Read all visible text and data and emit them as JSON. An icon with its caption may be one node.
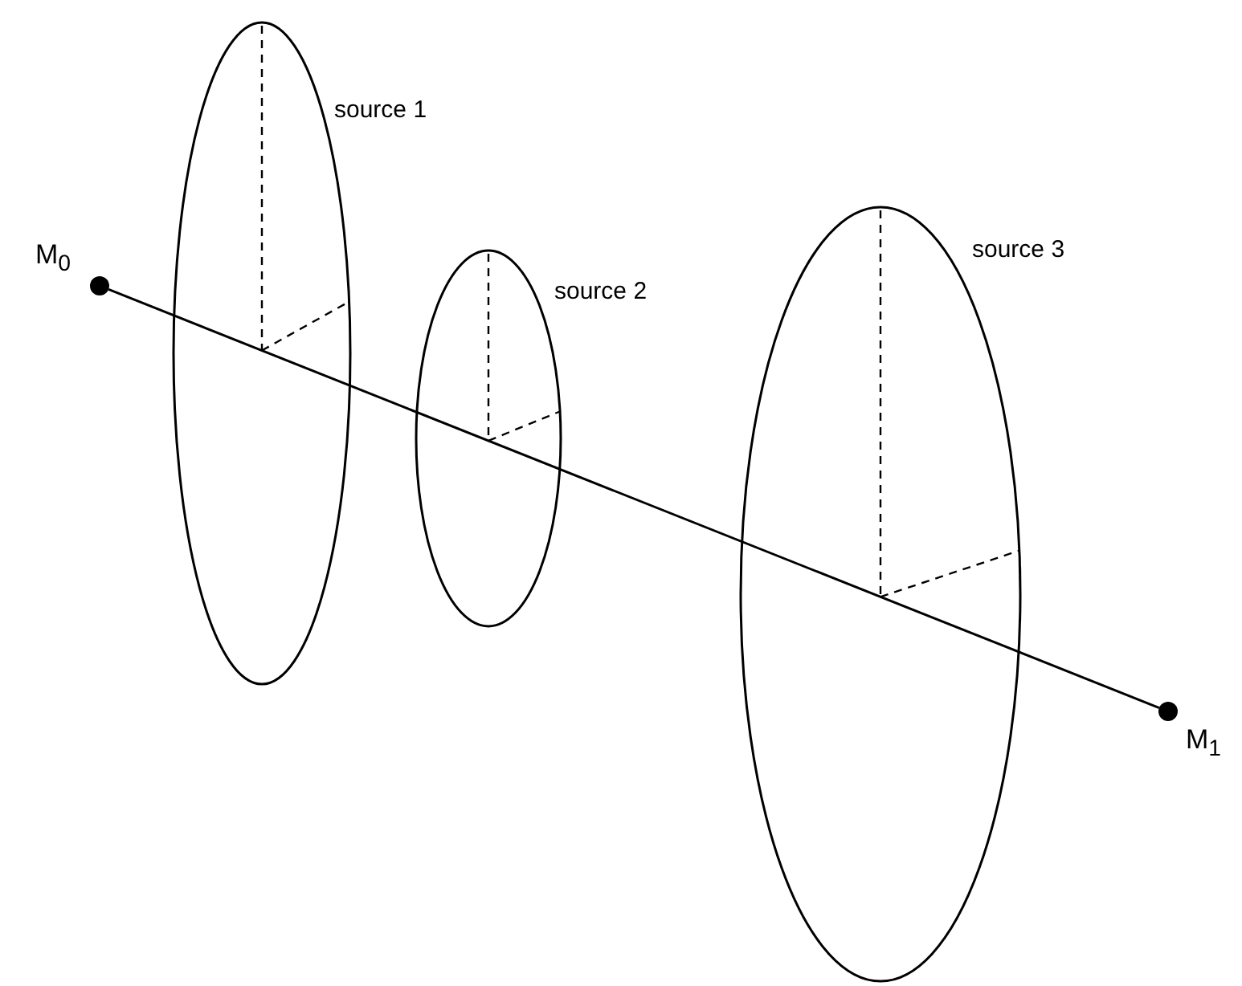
{
  "diagram": {
    "nodes": [
      {
        "text": [],
        "shape": "circle",
        "beside": [
          "M$_{0}$"
        ]
      },
      {
        "text": [],
        "shape": "circle",
        "beside": [
          "M$_{1}$"
        ]
      }
    ],
    "edges": [
      {
        "from": 0,
        "to": 1,
        "arrow": "none"
      }
    ],
    "labels": [
      "source 1",
      "source 2",
      "source 3"
    ]
  }
}
